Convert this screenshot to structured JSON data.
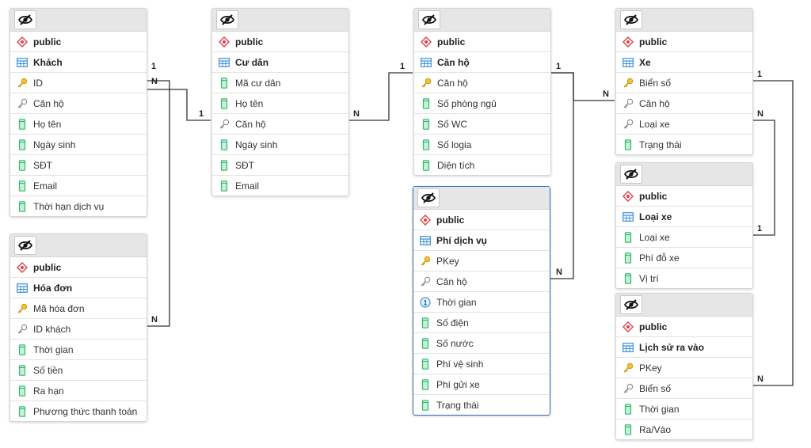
{
  "tables": [
    {
      "id": "khach",
      "schema": "public",
      "name": "Khách",
      "columns": [
        {
          "label": "ID",
          "icon": "primary-key-icon"
        },
        {
          "label": "Căn hộ",
          "icon": "foreign-key-icon"
        },
        {
          "label": "Họ tên",
          "icon": "column-icon"
        },
        {
          "label": "Ngày sinh",
          "icon": "column-icon"
        },
        {
          "label": "SĐT",
          "icon": "column-icon"
        },
        {
          "label": "Email",
          "icon": "column-icon"
        },
        {
          "label": "Thời hạn dịch vụ",
          "icon": "column-icon"
        }
      ]
    },
    {
      "id": "hoadon",
      "schema": "public",
      "name": "Hóa đơn",
      "columns": [
        {
          "label": "Mã hóa đơn",
          "icon": "primary-key-icon"
        },
        {
          "label": "ID khách",
          "icon": "foreign-key-icon"
        },
        {
          "label": "Thời gian",
          "icon": "column-icon"
        },
        {
          "label": "Số tiền",
          "icon": "column-icon"
        },
        {
          "label": "Ra hạn",
          "icon": "column-icon"
        },
        {
          "label": "Phương thức thanh toán",
          "icon": "column-icon"
        }
      ]
    },
    {
      "id": "cudan",
      "schema": "public",
      "name": "Cư dân",
      "columns": [
        {
          "label": "Mã cư dân",
          "icon": "column-icon"
        },
        {
          "label": "Họ tên",
          "icon": "column-icon"
        },
        {
          "label": "Căn hộ",
          "icon": "foreign-key-icon"
        },
        {
          "label": "Ngày sinh",
          "icon": "column-icon"
        },
        {
          "label": "SĐT",
          "icon": "column-icon"
        },
        {
          "label": "Email",
          "icon": "column-icon"
        }
      ]
    },
    {
      "id": "canho",
      "schema": "public",
      "name": "Căn hộ",
      "columns": [
        {
          "label": "Căn hộ",
          "icon": "primary-key-icon"
        },
        {
          "label": "Số phòng ngủ",
          "icon": "column-icon"
        },
        {
          "label": "Số WC",
          "icon": "column-icon"
        },
        {
          "label": "Số logia",
          "icon": "column-icon"
        },
        {
          "label": "Diện tích",
          "icon": "column-icon"
        }
      ]
    },
    {
      "id": "phidichvu",
      "schema": "public",
      "name": "Phí dịch vụ",
      "columns": [
        {
          "label": "PKey",
          "icon": "primary-key-icon"
        },
        {
          "label": "Căn hộ",
          "icon": "foreign-key-icon"
        },
        {
          "label": "Thời gian",
          "icon": "info-icon"
        },
        {
          "label": "Số điện",
          "icon": "column-icon"
        },
        {
          "label": "Số nước",
          "icon": "column-icon"
        },
        {
          "label": "Phí vệ sinh",
          "icon": "column-icon"
        },
        {
          "label": "Phí gửi xe",
          "icon": "column-icon"
        },
        {
          "label": "Trạng thái",
          "icon": "column-icon"
        }
      ]
    },
    {
      "id": "xe",
      "schema": "public",
      "name": "Xe",
      "columns": [
        {
          "label": "Biển số",
          "icon": "primary-key-icon"
        },
        {
          "label": "Căn hộ",
          "icon": "foreign-key-icon"
        },
        {
          "label": "Loại xe",
          "icon": "foreign-key-icon"
        },
        {
          "label": "Trạng thái",
          "icon": "column-icon"
        }
      ]
    },
    {
      "id": "loaixe",
      "schema": "public",
      "name": "Loại xe",
      "columns": [
        {
          "label": "Loại xe",
          "icon": "column-icon"
        },
        {
          "label": "Phí đỗ xe",
          "icon": "column-icon"
        },
        {
          "label": "Vị trí",
          "icon": "column-icon"
        }
      ]
    },
    {
      "id": "lichsu",
      "schema": "public",
      "name": "Lịch sử ra vào",
      "columns": [
        {
          "label": "PKey",
          "icon": "primary-key-icon"
        },
        {
          "label": "Biển số",
          "icon": "foreign-key-icon"
        },
        {
          "label": "Thời gian",
          "icon": "column-icon"
        },
        {
          "label": "Ra/Vào",
          "icon": "column-icon"
        }
      ]
    }
  ],
  "relationships": [
    {
      "one": "1",
      "many": "N"
    },
    {
      "one": "1",
      "many": "N"
    },
    {
      "one": "1",
      "many": "N"
    },
    {
      "one": "1",
      "many": "N"
    },
    {
      "one": "1",
      "many": "N"
    },
    {
      "one": "1",
      "many": "N"
    },
    {
      "one": "1",
      "many": "N"
    }
  ],
  "colors": {
    "header": "#e6e6e6",
    "line": "#333333",
    "primary_key": "#e8b81a",
    "foreign_key": "#8a8a8a",
    "column": "#2eb872",
    "table_icon": "#3a8fd8",
    "schema_icon": "#d9414b",
    "selected_border": "#2f6fb3"
  }
}
